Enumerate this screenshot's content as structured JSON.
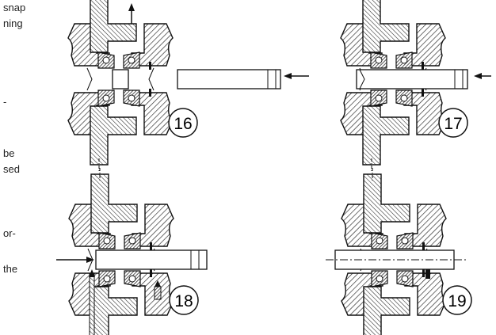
{
  "text_fragments": [
    "snap",
    "ning",
    "-",
    "be",
    "sed",
    "or-",
    "the"
  ],
  "figures": [
    {
      "number": "16"
    },
    {
      "number": "17"
    },
    {
      "number": "18"
    },
    {
      "number": "19"
    }
  ],
  "colors": {
    "ink": "#111111",
    "hatch": "#333333",
    "background": "#ffffff"
  }
}
